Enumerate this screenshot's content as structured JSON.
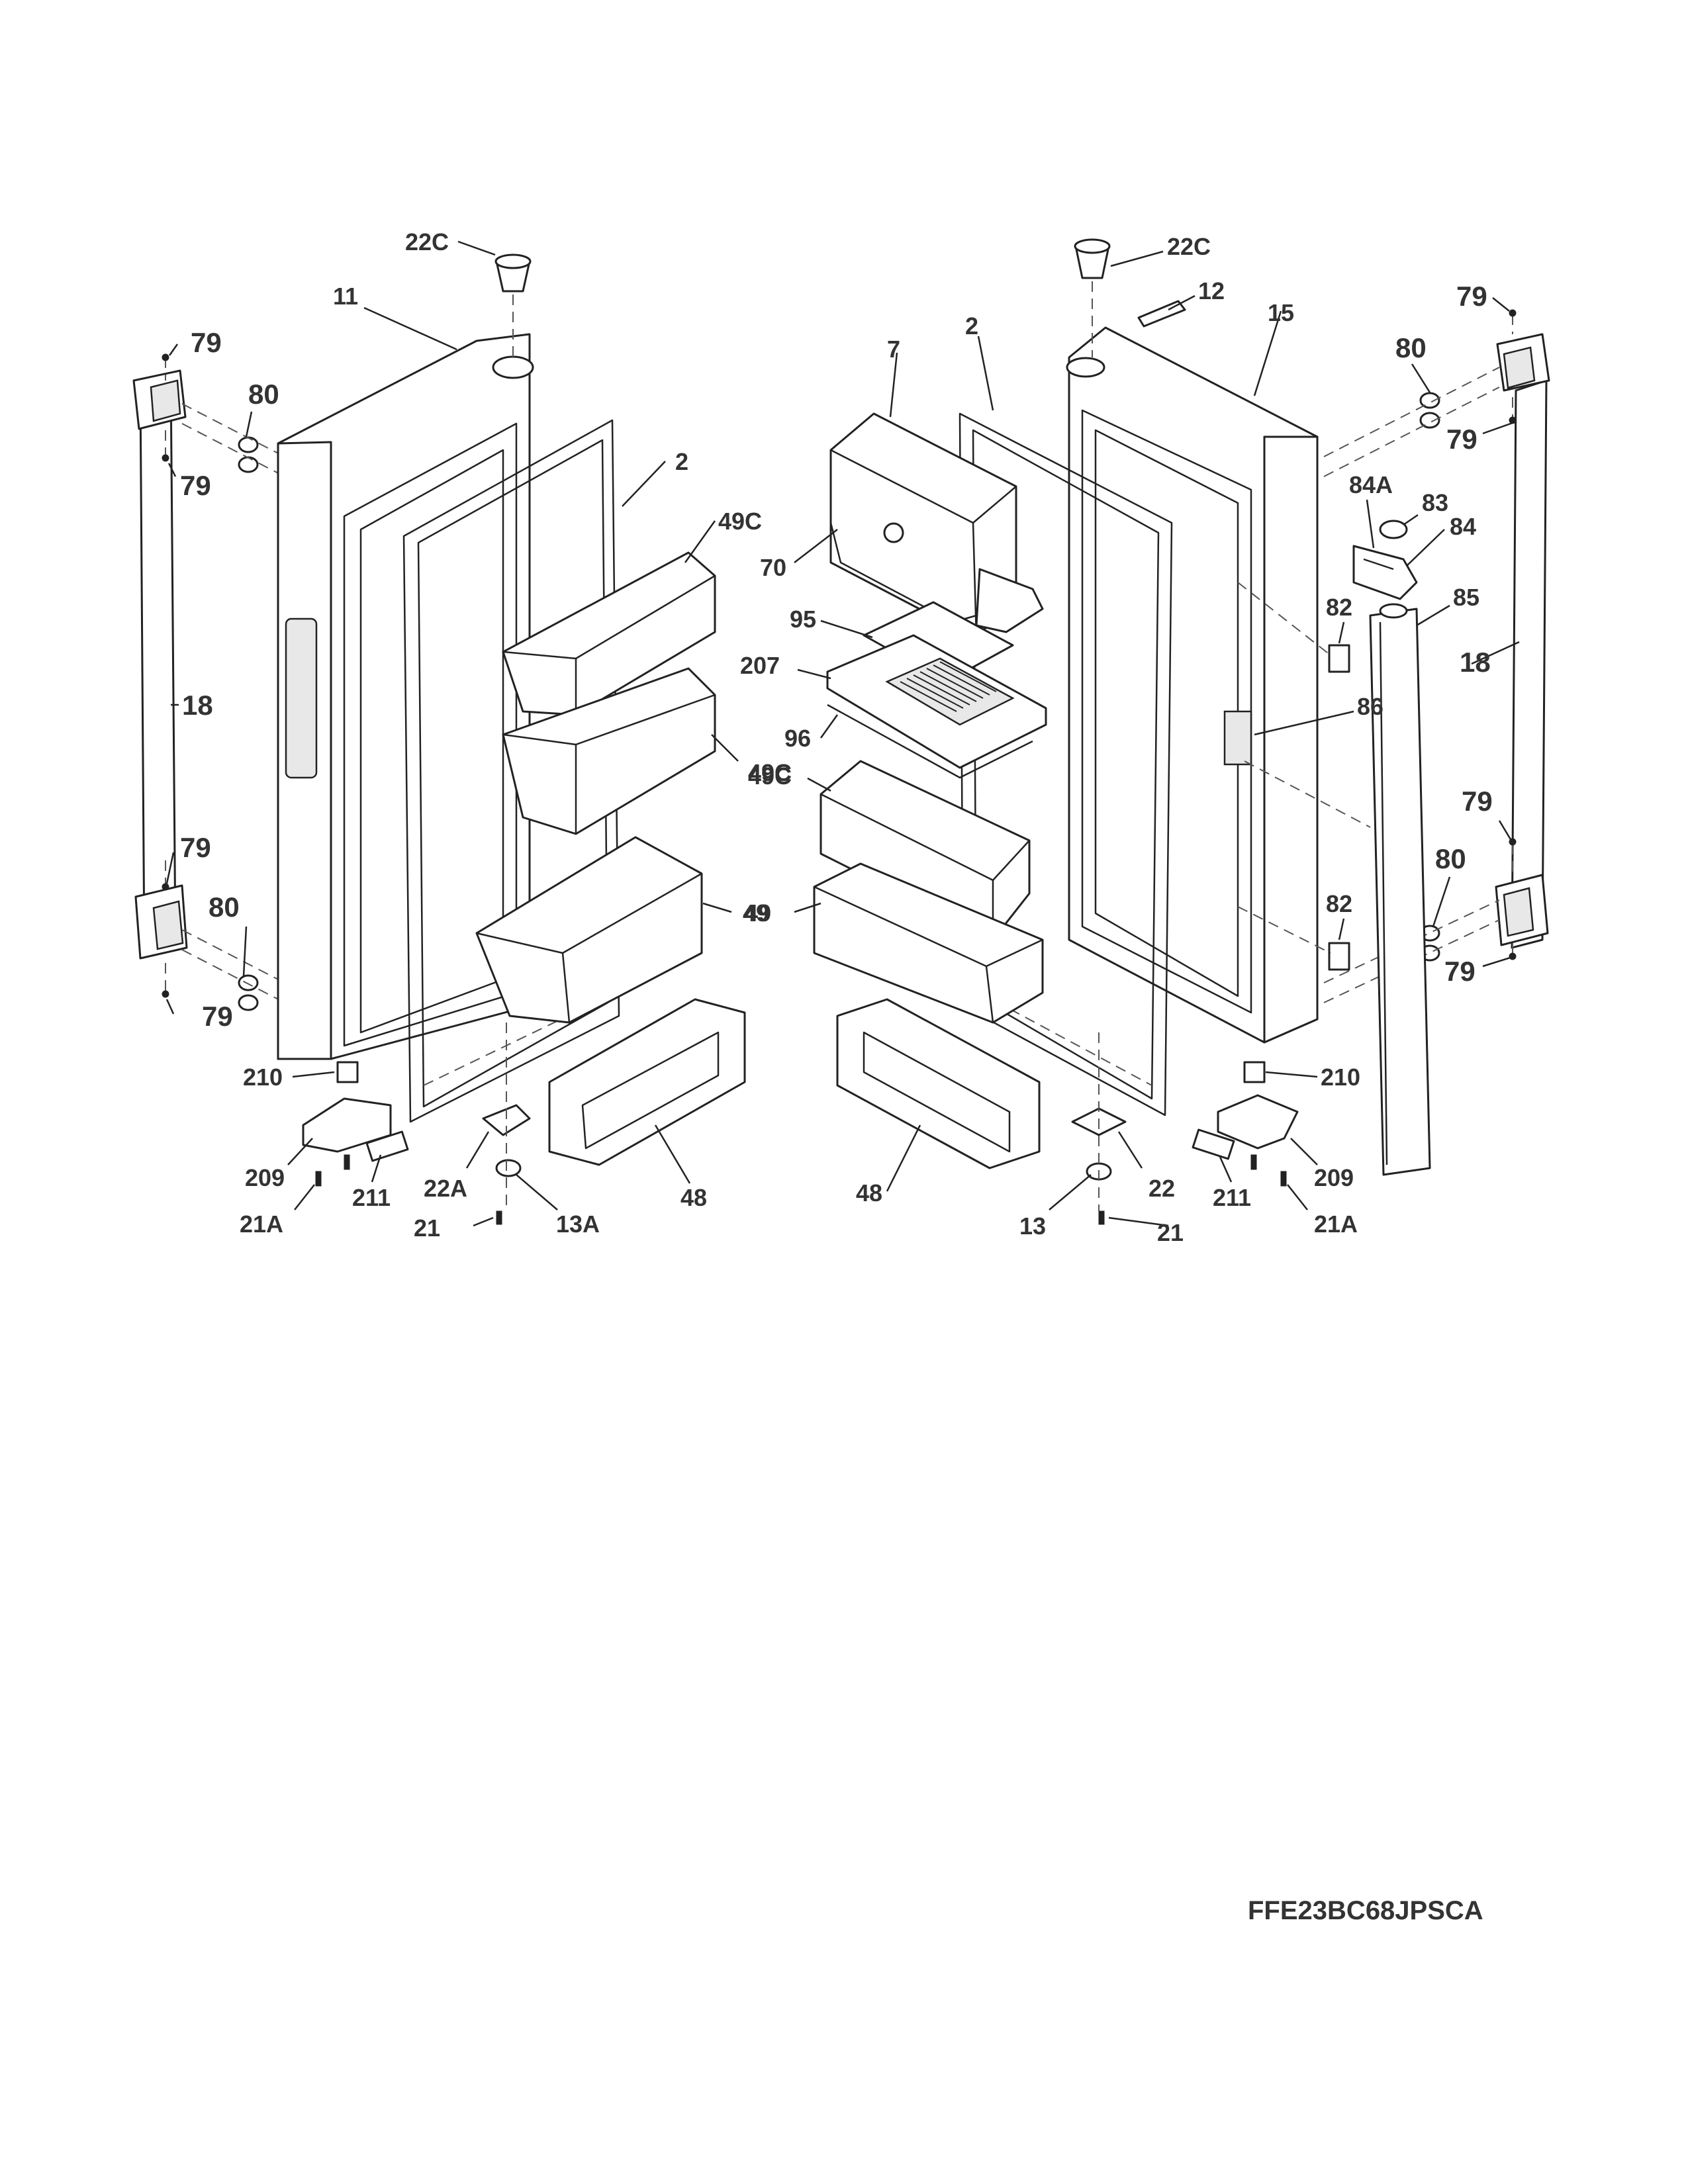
{
  "diagram": {
    "model_number": "FFE23BC68JPSCA",
    "callouts": {
      "left_22C": "22C",
      "left_11": "11",
      "left_79_top": "79",
      "left_80_top": "80",
      "left_79_top2": "79",
      "left_2": "2",
      "left_49C_top": "49C",
      "left_18": "18",
      "left_49C_bottom": "49C",
      "left_79_bottom": "79",
      "left_80_bottom": "80",
      "left_49": "49",
      "left_79_bottom2": "79",
      "left_210": "210",
      "left_209": "209",
      "left_21A": "21A",
      "left_211": "211",
      "left_22A": "22A",
      "left_21": "21",
      "left_13A": "13A",
      "left_48": "48",
      "right_22C": "22C",
      "right_12": "12",
      "right_15": "15",
      "right_79_top": "79",
      "right_2": "2",
      "right_7": "7",
      "right_80_top": "80",
      "right_79_top2": "79",
      "right_84A": "84A",
      "right_83": "83",
      "right_84": "84",
      "right_70": "70",
      "right_95": "95",
      "right_82_top": "82",
      "right_85": "85",
      "right_207": "207",
      "right_18": "18",
      "right_96": "96",
      "right_86": "86",
      "right_49C": "49C",
      "right_79_bottom": "79",
      "right_80_bottom": "80",
      "right_49": "49",
      "right_82_bottom": "82",
      "right_79_bottom2": "79",
      "right_210": "210",
      "right_209": "209",
      "right_211": "211",
      "right_22": "22",
      "right_48": "48",
      "right_13": "13",
      "right_21": "21",
      "right_21A": "21A"
    }
  }
}
